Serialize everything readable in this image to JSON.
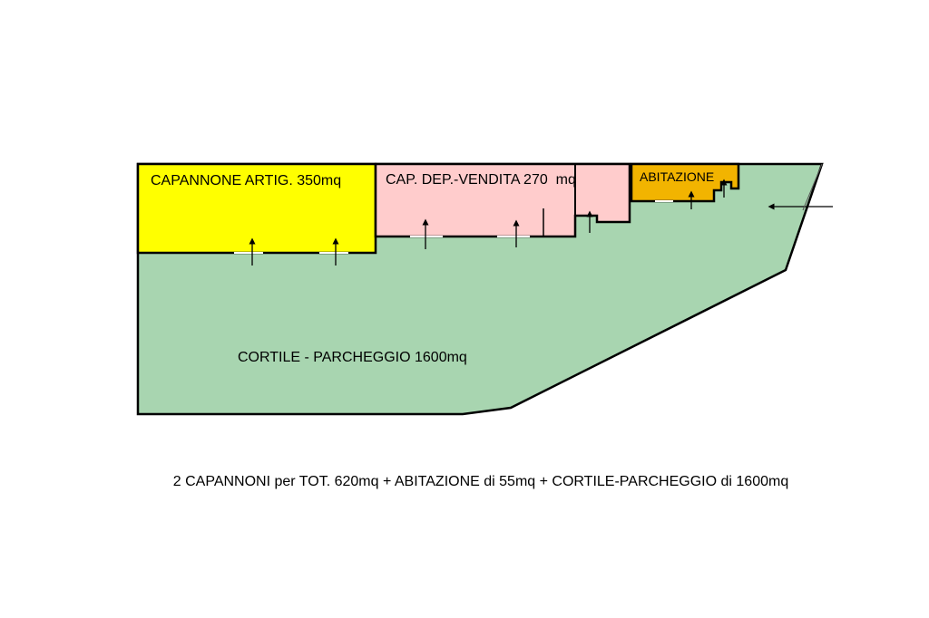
{
  "plan": {
    "areas": [
      {
        "id": "workshop",
        "label": "CAPANNONE ARTIG. 350mq",
        "color": "#ffff00"
      },
      {
        "id": "sales",
        "label": "CAP. DEP.-VENDITA 270  mq",
        "color": "#ffcccc"
      },
      {
        "id": "house",
        "label": "ABITAZIONE",
        "color": "#f2b400"
      },
      {
        "id": "courtyard",
        "label": "CORTILE - PARCHEGGIO 1600mq",
        "color": "#a8d5b0"
      }
    ],
    "caption": "2 CAPANNONI per TOT. 620mq + ABITAZIONE di 55mq + CORTILE-PARCHEGGIO di 1600mq"
  }
}
